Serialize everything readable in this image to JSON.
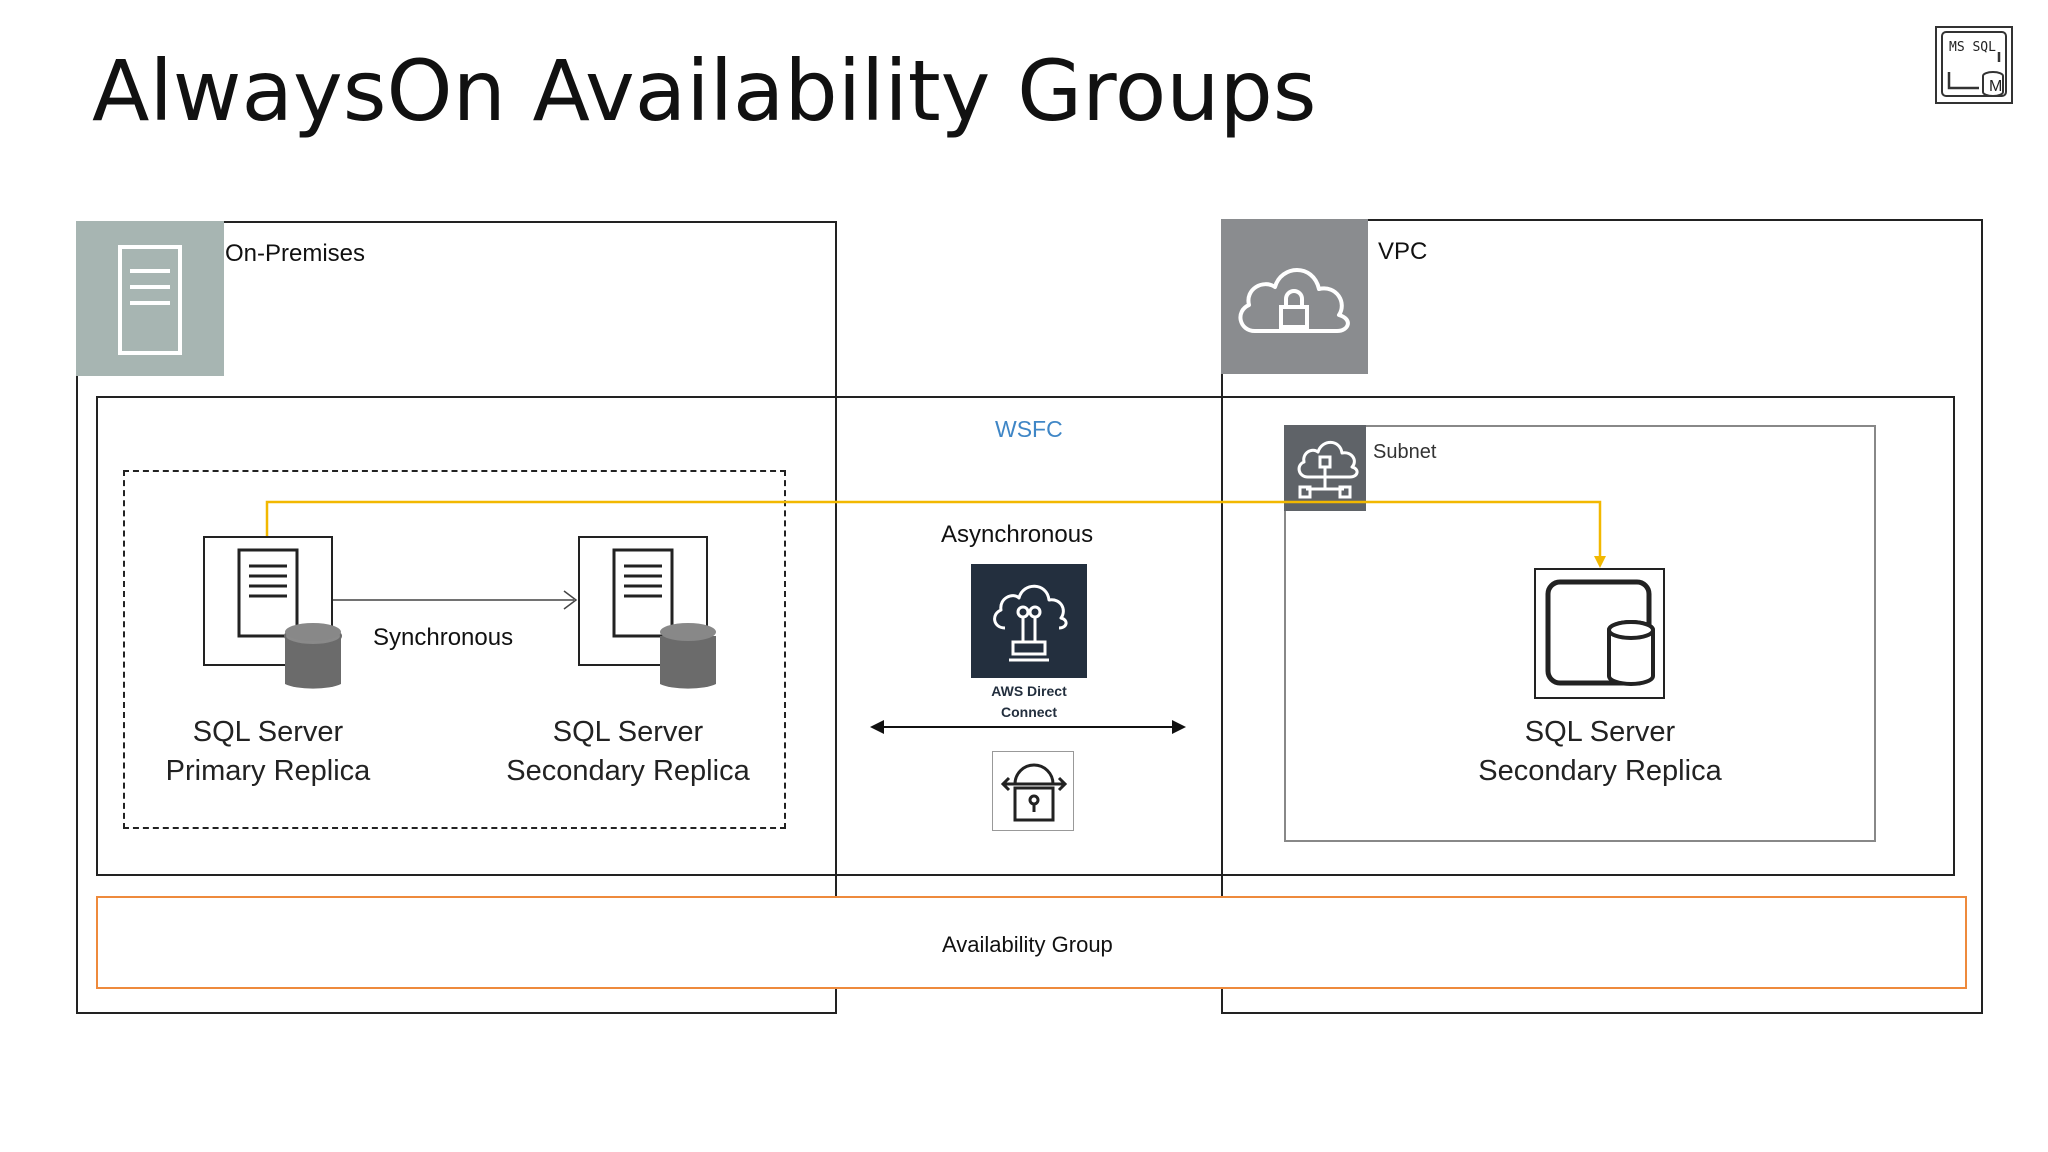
{
  "slide": {
    "title": "AlwaysOn Availability Groups",
    "badge": {
      "line1": "MS SQL",
      "line2": "M",
      "icon": "ms-sql-database-icon"
    }
  },
  "on_premises": {
    "label": "On-Premises",
    "icon": "server-icon",
    "primary": {
      "line1": "SQL Server",
      "line2": "Primary Replica",
      "icon": "server-database-icon"
    },
    "secondary": {
      "line1": "SQL Server",
      "line2": "Secondary Replica",
      "icon": "server-database-icon"
    },
    "sync_label": "Synchronous"
  },
  "wsfc": {
    "label": "WSFC"
  },
  "connection": {
    "async_label": "Asynchronous",
    "direct_connect": {
      "line1": "AWS Direct",
      "line2": "Connect",
      "icon": "aws-direct-connect-icon"
    },
    "vpn_icon": "vpn-lock-icon"
  },
  "vpc": {
    "label": "VPC",
    "icon": "cloud-lock-icon",
    "subnet": {
      "label": "Subnet",
      "icon": "subnet-cloud-icon"
    },
    "secondary": {
      "line1": "SQL Server",
      "line2": "Secondary Replica",
      "icon": "rds-database-icon"
    }
  },
  "availability_group": {
    "label": "Availability Group"
  },
  "colors": {
    "replication_line": "#f2b800",
    "availability_group_border": "#ee8a3c",
    "wsfc_text": "#3f86c6",
    "on_prem_icon_bg": "#a7b5b2",
    "vpc_icon_bg": "#8a8c8f",
    "subnet_icon_bg": "#5f6368",
    "direct_connect_bg": "#232f3e"
  }
}
